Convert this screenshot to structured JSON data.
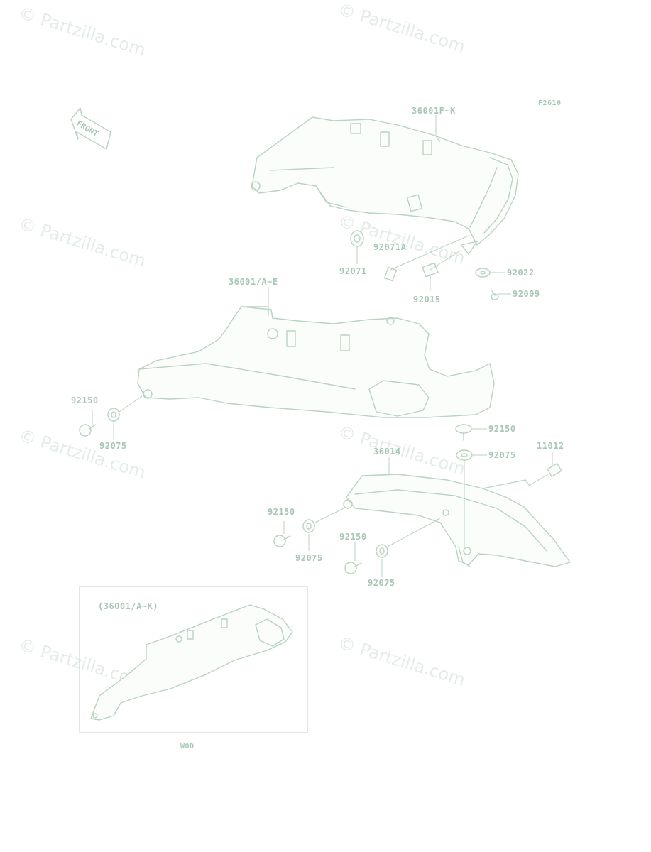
{
  "watermark": {
    "text": "© Partzilla.com"
  },
  "diagram_code": "F2610",
  "front_arrow_label": "FRONT",
  "callouts": {
    "upper_cover": "36001F~K",
    "lower_cover": "36001/A~E",
    "rear_fender": "36014",
    "grommet_upper": "92071",
    "nut_upper": "92071A",
    "clip": "92015",
    "washer_upper": "92022",
    "bolt_upper": "92009",
    "screw_left": "92150",
    "damper_left": "92075",
    "screw_right_top": "92150",
    "damper_right_top": "92075",
    "collar": "11012",
    "screw_fender_left": "92150",
    "damper_fender_left": "92075",
    "screw_fender_mid": "92150",
    "damper_fender_mid": "92075"
  },
  "inset": {
    "caption": "(36001/A~K)",
    "label": "WOD"
  },
  "colors": {
    "line": "#b9d3c2",
    "text": "#a8c7b4",
    "watermark": "#e4ece7"
  }
}
